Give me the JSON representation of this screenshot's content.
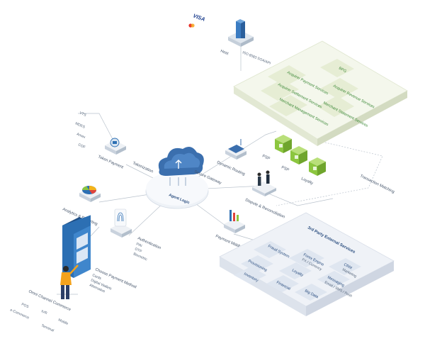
{
  "brands": {
    "visa": "VISA"
  },
  "host": {
    "label": "Host",
    "sublabel": "ISO 8583 SOA/API"
  },
  "acquirer_panel": {
    "items": [
      "Acquirer Payment Services",
      "BPG",
      "Acquirer Settlement Services",
      "Acquirer Revenue Services",
      "Merchant Management Services",
      "Merchant Statement Services"
    ]
  },
  "left_top_list": [
    "VTS",
    "MDES",
    "Amex",
    "COF"
  ],
  "token_payment": "Token Payment",
  "tokenization": "Tokenization",
  "cloud": {
    "label": "Agent Logic"
  },
  "secure_gateway": "Secure Gateway",
  "dynamic_routing": "Dynamic Routing",
  "psp_labels": [
    "PSP",
    "PSP",
    "Loyalty"
  ],
  "transaction_matching": "Transaction Matching",
  "dispute": "Dispute & Reconciliation",
  "analytics": "Analytics & Reporting",
  "authentication": {
    "title": "Authentication",
    "items": [
      "PIN",
      "OTP",
      "Biometric"
    ]
  },
  "payment_middleware": "Payment Middleware",
  "choose_payment": {
    "title": "Choose Payment Method",
    "items": [
      "Cards",
      "Digital Wallets",
      "Alternative"
    ]
  },
  "omni": {
    "title": "Omni Channel Commerce",
    "items": [
      "IVR",
      "POS",
      "e-Commerce",
      "Mobile",
      "Terminal"
    ]
  },
  "third_party": {
    "title": "3rd Party External Services",
    "items": [
      "Fraud System",
      "Forex Engine",
      "CRM",
      "Provisioning",
      "Loyalty",
      "Messaging",
      "Inventory",
      "Financial",
      "Big Data"
    ],
    "sub": {
      "forex": "FX / Currency",
      "crm": "Marketing",
      "messaging": "Email / SMS / Push"
    }
  },
  "colors": {
    "green_panel": "#eef3e2",
    "green_text": "#3f8a3a",
    "blue_panel": "#e7ecf3",
    "blue_text": "#2c4f80",
    "accent_blue": "#2c6fb3",
    "cube_green": "#8cc63f"
  }
}
